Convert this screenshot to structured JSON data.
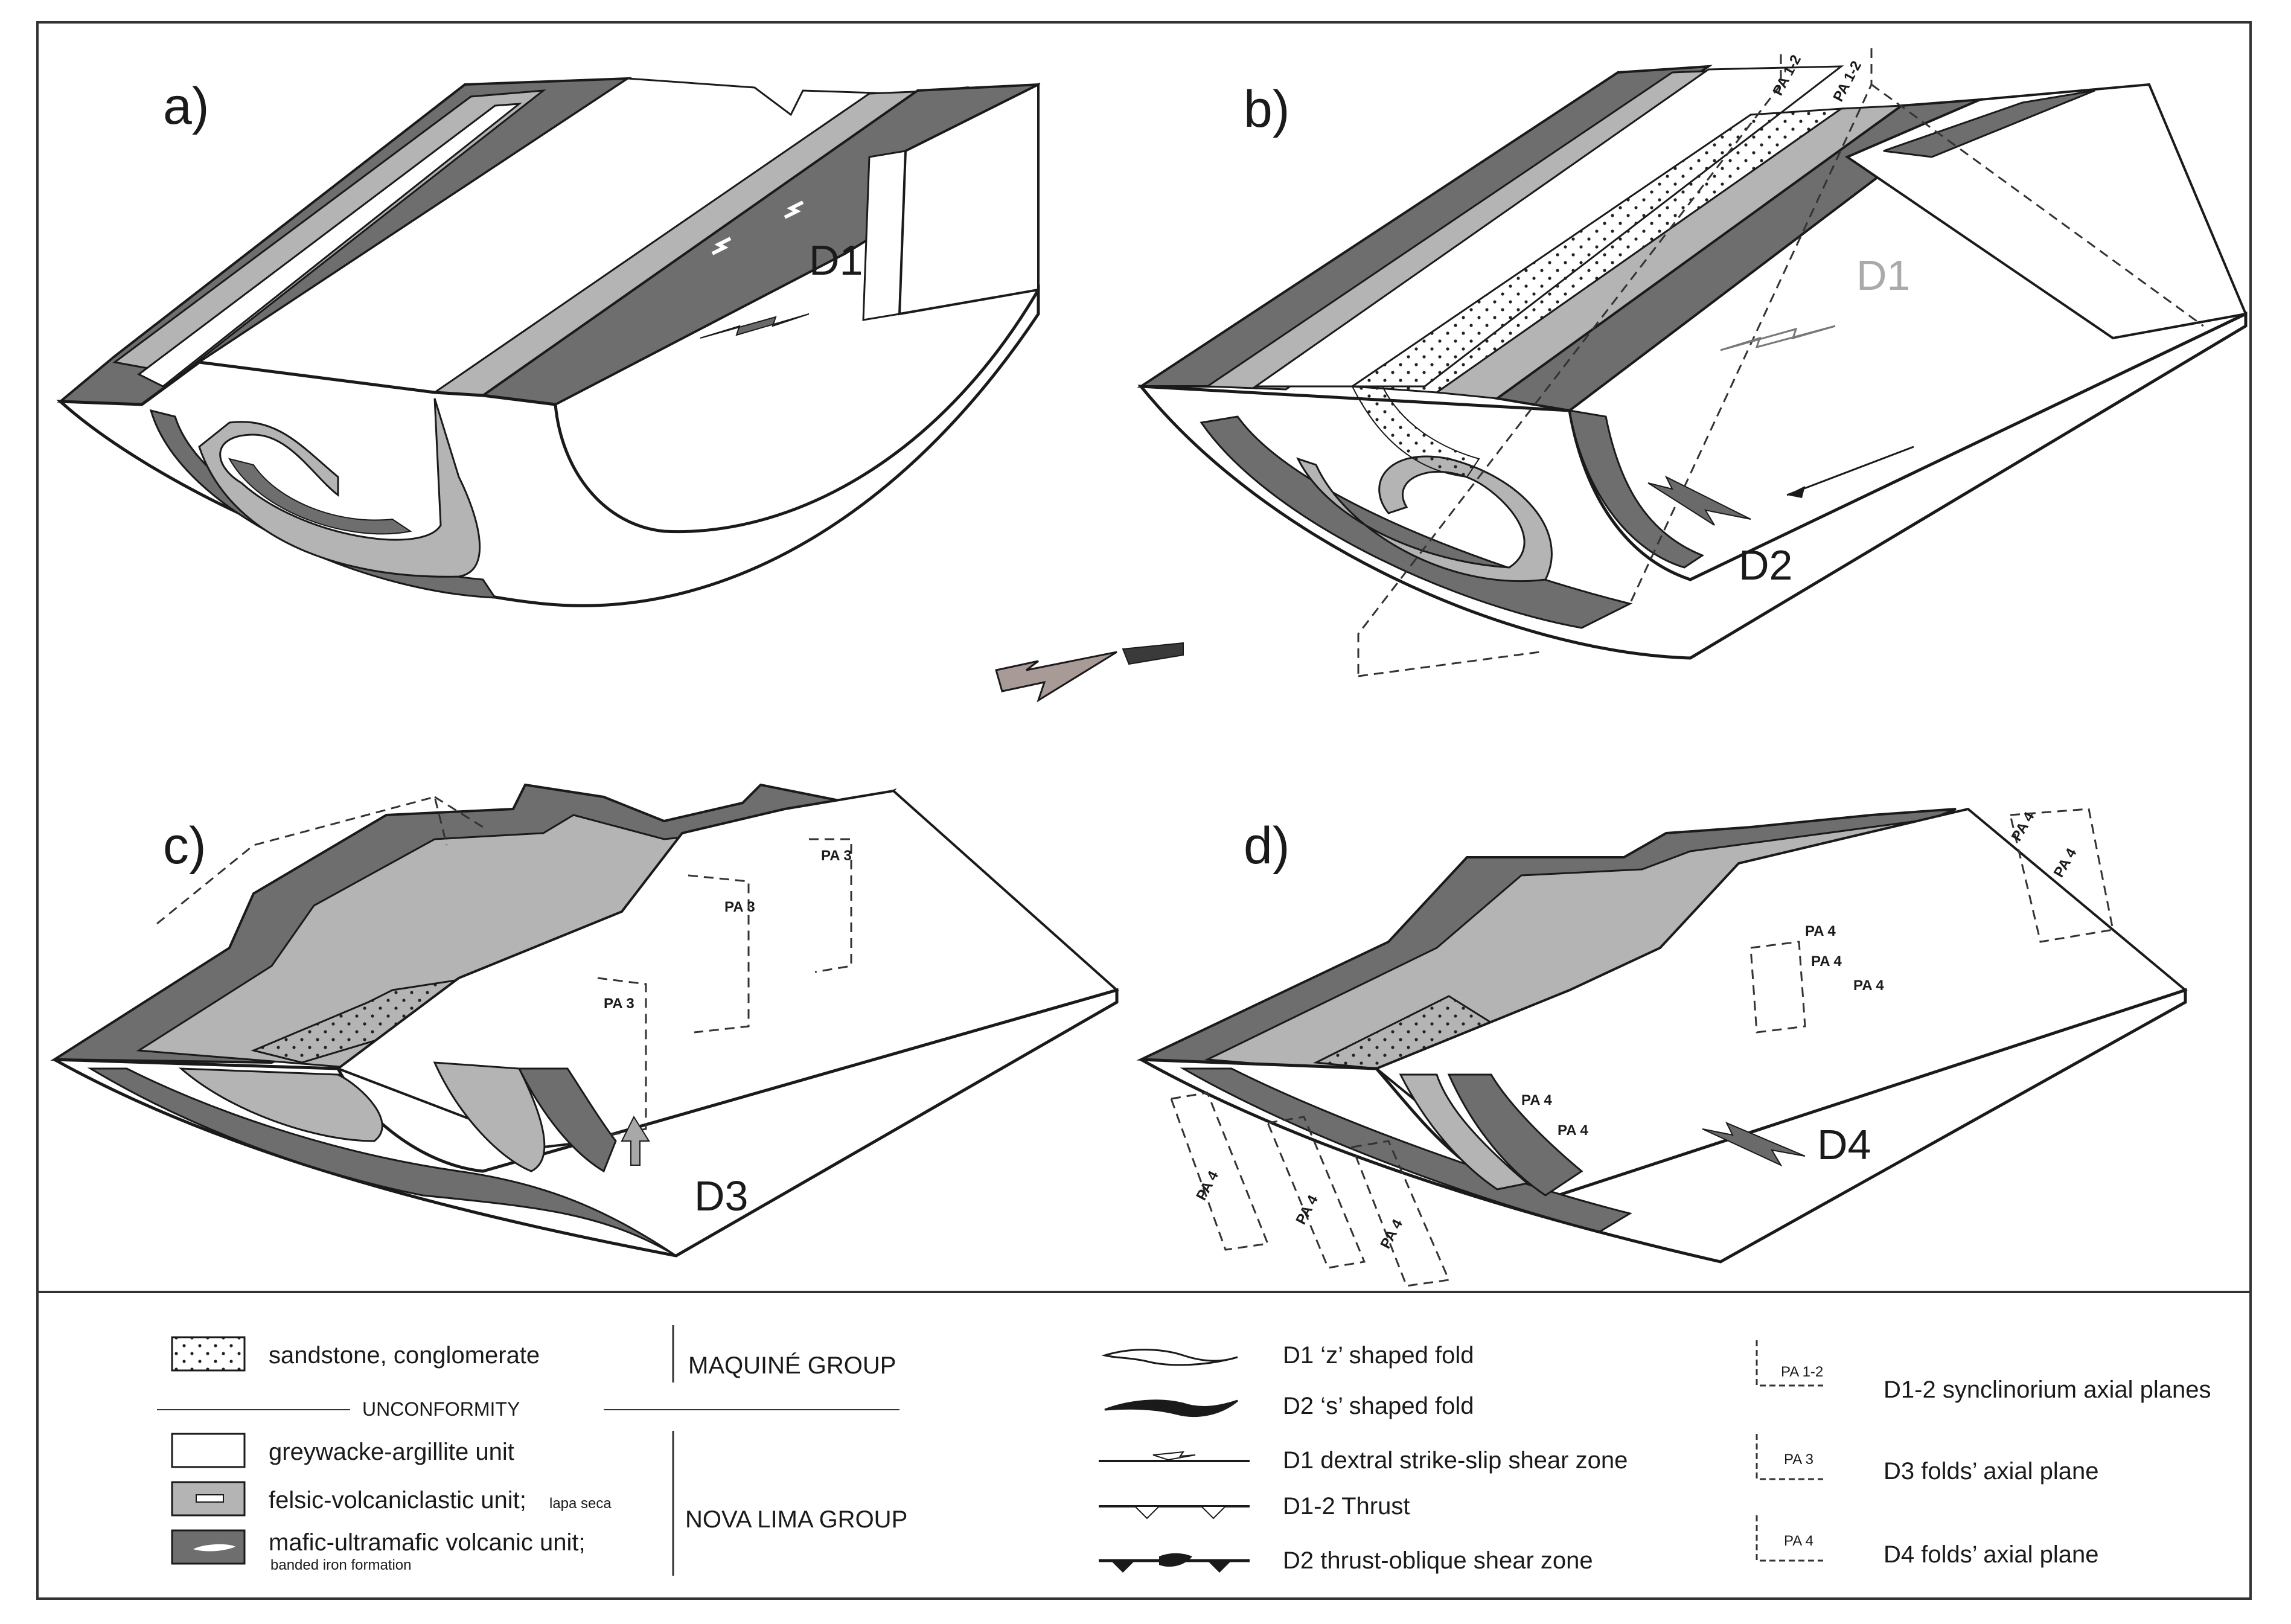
{
  "panels": {
    "a": {
      "label": "a)",
      "phase": "D1"
    },
    "b": {
      "label": "b)",
      "phase_primary": "D2",
      "phase_ghost": "D1",
      "pa_labels": [
        "PA 1-2",
        "PA 1-2"
      ]
    },
    "c": {
      "label": "c)",
      "phase": "D3",
      "pa_labels": [
        "PA 3",
        "PA 3",
        "PA 3"
      ]
    },
    "d": {
      "label": "d)",
      "phase": "D4",
      "pa_labels": [
        "PA 4",
        "PA 4",
        "PA 4",
        "PA 4",
        "PA 4",
        "PA 4",
        "PA 4",
        "PA 4",
        "PA 4",
        "PA 4"
      ]
    }
  },
  "legend": {
    "lithology": {
      "sandstone": "sandstone, conglomerate",
      "unconformity": "UNCONFORMITY",
      "greywacke": "greywacke-argillite unit",
      "felsic": "felsic-volcaniclastic unit;",
      "felsic_note": "lapa seca",
      "mafic": "mafic-ultramafic volcanic unit;",
      "mafic_note": "banded iron formation"
    },
    "groups": {
      "maquine": "MAQUINÉ GROUP",
      "nova_lima": "NOVA LIMA GROUP"
    },
    "structures": {
      "d1_fold": "D1 ‘z’ shaped fold",
      "d2_fold": "D2 ‘s’ shaped fold",
      "d1_shear": "D1 dextral strike-slip shear zone",
      "d12_thrust": "D1-2 Thrust",
      "d2_thrust_oblique": "D2 thrust-oblique shear zone"
    },
    "axial_planes": {
      "pa12_code": "PA 1-2",
      "pa12": "D1-2 synclinorium axial planes",
      "pa3_code": "PA 3",
      "pa3": "D3 folds’ axial plane",
      "pa4_code": "PA 4",
      "pa4": "D4 folds’ axial plane"
    }
  },
  "colors": {
    "mafic": "#6e6e6e",
    "felsic": "#b4b4b4",
    "greywacke": "#ffffff",
    "outline": "#1a1a1a",
    "arrow_dark": "#6a6a6a",
    "arrow_light": "#a89a96"
  }
}
